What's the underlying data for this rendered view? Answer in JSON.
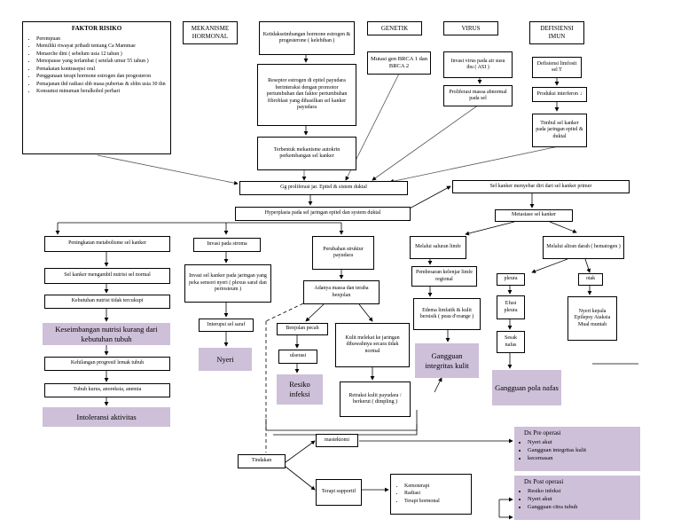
{
  "faktor": {
    "title": "FAKTOR RISIKO",
    "items": [
      "Perempuan",
      "Memiliki riwayat pribadi tentang Ca Mammae",
      "Menarche dini ( sebelum usia 12 tahun )",
      "Menopause yang terlambat ( setelah umur 55 tahun )",
      "Pemakaian kontrasepsi oral",
      "Penggunaan terapi hormone estrogen dan progesteron",
      "Pemajanan thd radiasi shb masa pubertas & sblm usia 30 thn",
      "Konsumsi minuman beralkohol perhari"
    ]
  },
  "headers": {
    "mekanisme": "MEKANISME HORMONAL",
    "genetik": "GENETIK",
    "virus": "VIRUS",
    "defisiensi": "DEFISIENSI IMUN"
  },
  "nodes": {
    "hormon1": "Ketidakseimbangan hormone estrogen & progesterone ( kelebihan )",
    "hormon2": "Reseptor estrogen di epitel payudara berinteraksi dengan promotor pertumbuhan dan faktor pertumbuhan fibroblast yang dihasilkan sel kanker payudara",
    "hormon3": "Terbentuk mekanisme autokrin perkembangan sel kanker",
    "genetik1": "Mutasi gen BRCA 1 dan BRCA 2",
    "virus1": "Invasi virus pada air susu ibu ( ASI )",
    "virus2": "Proliferasi massa abnormal pada sel",
    "imun1": "Defisiensi limfosit sel T",
    "imun2": "Produksi interferon ↓",
    "imun3": "Timbul sel kanker pada jaringan epitel & duktal",
    "proliferasi": "Gg proliferasi jar. Epitel & sistem duktal",
    "hyperplasia": "Hyperplasia pada sel jaringan epitel dan system duktal",
    "menyebar": "Sel kanker menyebar diri dari sel kanker primer",
    "metastase": "Metastase sel kanker",
    "limfe": "Melalui saluran limfe",
    "darah": "Melalui aliran darah ( hematogen )",
    "limfe2": "Pembesaran kelenjar limfe regional",
    "limfe3": "Edema limfatik & kulit bersisik ( peau d'orange )",
    "pleura": "pleura",
    "otak": "otak",
    "efusi": "Efusi pleura",
    "sesak": "Sesak nafas",
    "otak2": "Nyeri kepala Epilepsy Ataksia Mual muntah",
    "metabolisme": "Peningkatan metabolisme sel kanker",
    "mengambil": "Sel kanker mengambil nutrisi sel normal",
    "kebutuhan": "Kebutuhan nutrisi tidak tercukupi",
    "kehilangan": "Kehilangan progresif lemak tubuh",
    "tubuh": "Tubuh kurus, anoreksia, anemia",
    "invasi_stroma": "Invasi pada stroma",
    "invasi_jaringan": "Invasi sel kanker pada jaringan yang peka sensori nyeri ( plexus saraf dan periosteum )",
    "interupsi": "Interupsi sel saraf",
    "perubahan": "Perubahan struktur payudara",
    "massa": "Adanya massa dan teraba benjolan",
    "pecah": "Benjolan pecah",
    "ulserasi": "ulserasi",
    "kulit": "Kulit melekat ke jaringan dibawahnya secara tidak normal",
    "retraksi": "Retraksi kulit payudara / berkerut ( dimpling )",
    "tindakan": "Tindakan",
    "mastektomi": "mastektomi",
    "terapi": "Terapi supportif"
  },
  "terapi_list": [
    "Kemoterapi",
    "Radiasi",
    "Terapi hormonal"
  ],
  "dx": {
    "pre_title": "Dx Pre operasi",
    "pre_items": [
      "Nyeri akut",
      "Gangguan integritas kulit",
      "kecemasan"
    ],
    "post_title": "Dx Post operasi",
    "post_items": [
      "Resiko infeksi",
      "Nyeri akut",
      "Gangguan citra tubuh"
    ]
  },
  "diagnoses": {
    "nutrisi": "Keseimbangan nutrisi kurang dari kebutuhan tubuh",
    "intoleransi": "Intoleransi aktivitas",
    "nyeri": "Nyeri",
    "infeksi": "Resiko infeksi",
    "integritas": "Gangguan integritas kulit",
    "pola_nafas": "Gangguan pola nafas"
  },
  "colors": {
    "diagnosis_fill": "#cdc0d8",
    "line": "#000000"
  }
}
